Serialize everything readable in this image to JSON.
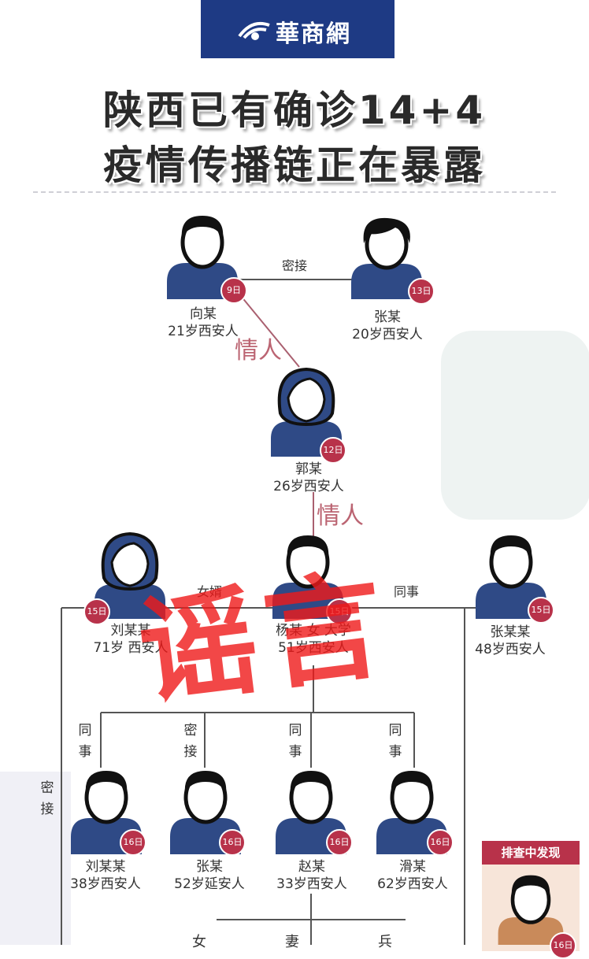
{
  "header": {
    "logo_text": "華商網"
  },
  "title": {
    "line1": "陕西已有确诊14+4",
    "line2": "疫情传播链正在暴露"
  },
  "watermark": {
    "text": "谣言"
  },
  "people": {
    "xiang": {
      "badge": "9日",
      "name": "向某",
      "desc": "21岁西安人"
    },
    "zhang1": {
      "badge": "13日",
      "name": "张某",
      "desc": "20岁西安人"
    },
    "guo": {
      "badge": "12日",
      "name": "郭某",
      "desc": "26岁西安人"
    },
    "liu_elder": {
      "badge": "15日",
      "name": "刘某某",
      "desc": "71岁 西安人"
    },
    "yang": {
      "badge": "15日",
      "name": "杨某  女 大学",
      "desc": "51岁西安人"
    },
    "zhangmm": {
      "badge": "15日",
      "name": "张某某",
      "desc": "48岁西安人"
    },
    "liumm": {
      "badge": "16日",
      "name": "刘某某",
      "desc": "38岁西安人"
    },
    "zhang2": {
      "badge": "16日",
      "name": "张某",
      "desc": "52岁延安人"
    },
    "zhao": {
      "badge": "16日",
      "name": "赵某",
      "desc": "33岁西安人"
    },
    "hua": {
      "badge": "16日",
      "name": "滑某",
      "desc": "62岁西安人"
    }
  },
  "relations": {
    "close_contact": "密接",
    "lover1": "情人",
    "lover2": "情人",
    "son_in_law": "女婿",
    "colleague": "同事",
    "v_colleague_1": "同事",
    "v_close_2": "密接",
    "v_colleague_3": "同事",
    "v_colleague_4": "同事",
    "v_close_left": "密接",
    "bottom_1": "女",
    "bottom_2": "妻",
    "bottom_3": "兵"
  },
  "side_card": {
    "header": "排查中发现",
    "badge": "16日"
  },
  "colors": {
    "navy": "#1e3a84",
    "badge": "#b8324a",
    "rumor": "#f01a1a",
    "body": "#2f4a86"
  }
}
